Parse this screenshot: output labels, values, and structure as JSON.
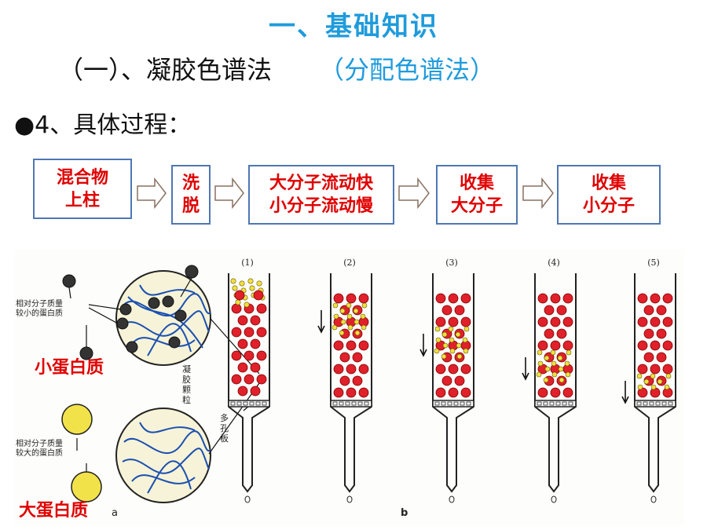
{
  "title": "一、基础知识",
  "subtitle": "（一）、凝胶色谱法",
  "subtitle_alt": "（分配色谱法）",
  "bullet": "●4、具体过程：",
  "steps": [
    {
      "label": "混合物\n上柱"
    },
    {
      "label": "洗\n脱"
    },
    {
      "label": "大分子流动快\n小分子流动慢"
    },
    {
      "label": "收集\n大分子"
    },
    {
      "label": "收集\n小分子"
    }
  ],
  "figure": {
    "small_protein_note": "相对分子质量\n较小的蛋白质",
    "large_protein_note": "相对分子质量\n较大的蛋白质",
    "small_protein_label": "小蛋白质",
    "large_protein_label": "大蛋白质",
    "gel_bead_label": "凝\n胶\n颗\n粒",
    "porous_plate_label": "多\n孔\n板",
    "panel_a": "a",
    "panel_b": "b",
    "columns": [
      "(1)",
      "(2)",
      "(3)",
      "(4)",
      "(5)"
    ]
  },
  "colors": {
    "title_blue": "#1f9bdc",
    "step_text": "#e00000",
    "step_border": "#4e77b3",
    "bead_red": "#e0202a",
    "small_yellow": "#f0e040"
  }
}
